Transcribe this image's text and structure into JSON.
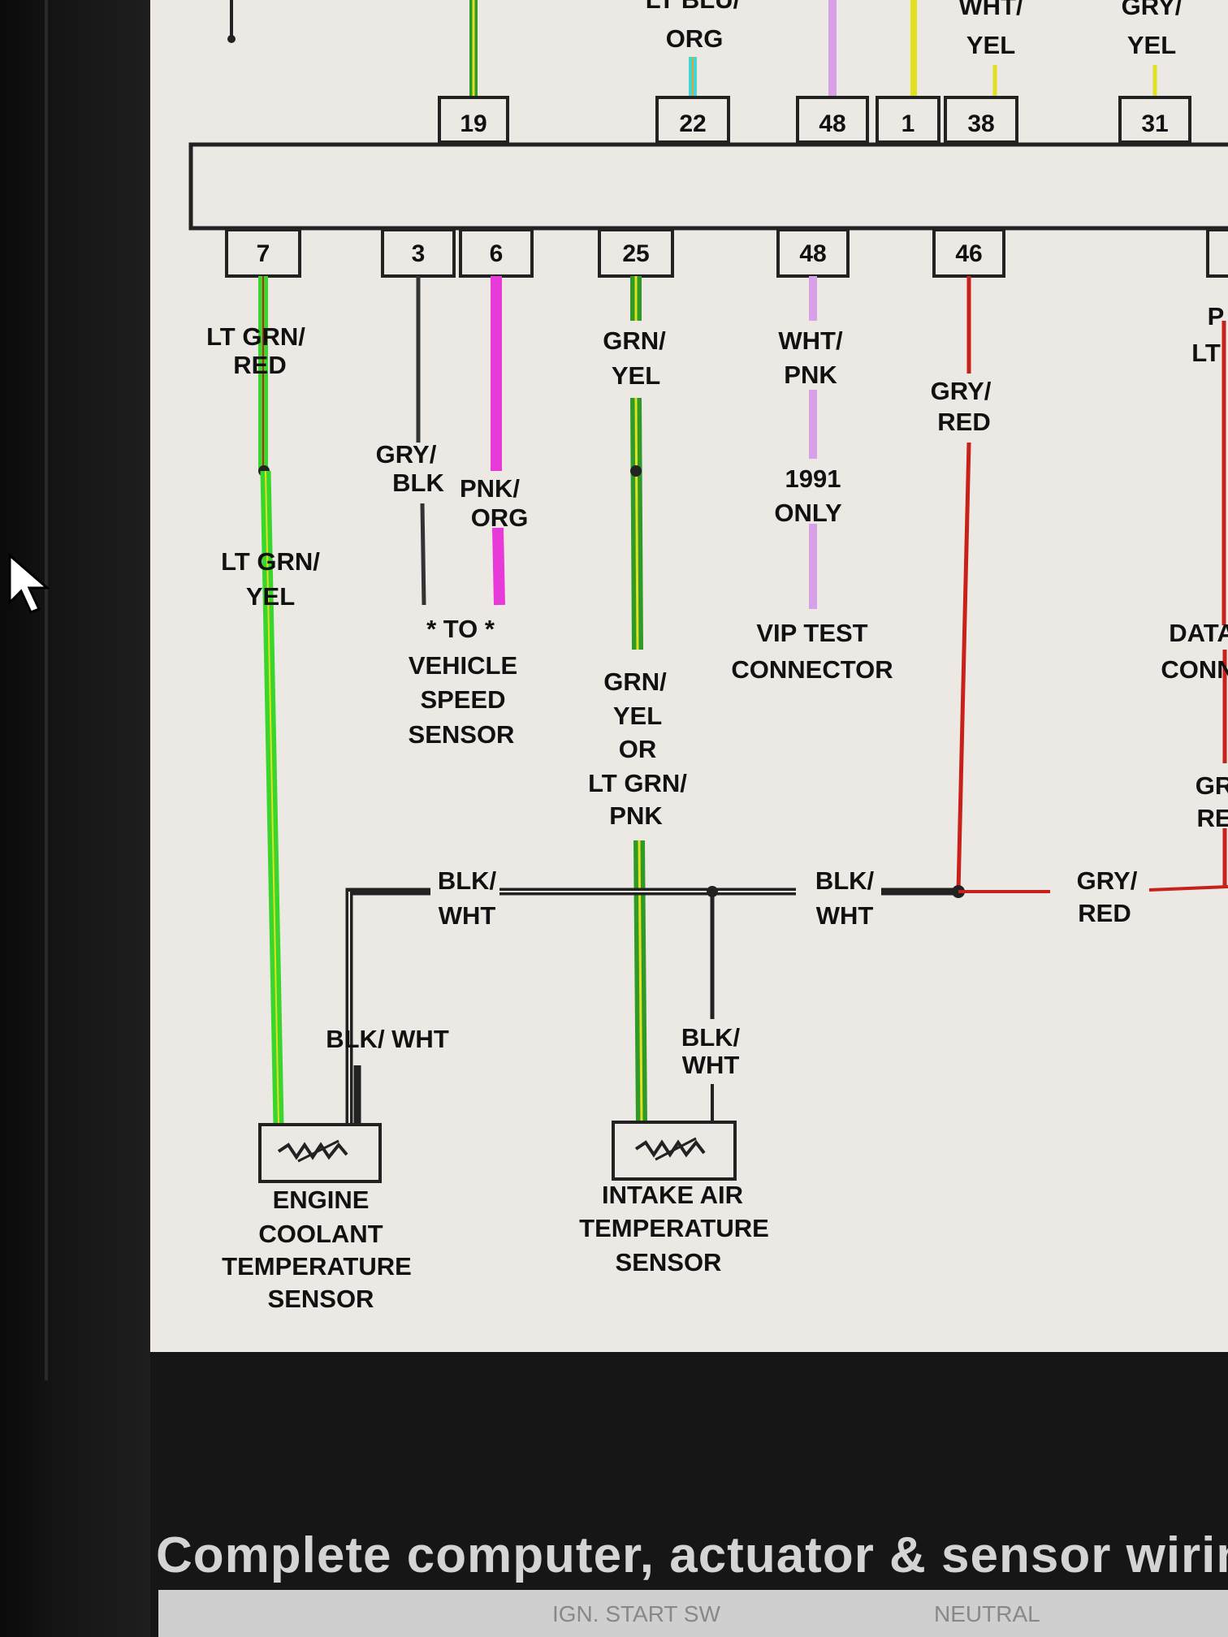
{
  "colors": {
    "lt_grn": "#39d62e",
    "grn": "#2f9a28",
    "yel": "#e0e020",
    "pnk": "#e83ad8",
    "lt_pnk": "#d8a0e8",
    "red": "#c8201a",
    "blk": "#222222",
    "cyan": "#40d8d0"
  },
  "top_pins": [
    "19",
    "22",
    "48",
    "1",
    "38",
    "31"
  ],
  "top_labels": {
    "lt_blu_org_1": "LT BLU/",
    "lt_blu_org_2": "ORG",
    "wht_yel_1": "WHT/",
    "wht_yel_2": "YEL",
    "gry_yel_1": "GRY/",
    "gry_yel_2": "YEL"
  },
  "bottom_pins": [
    "7",
    "3",
    "6",
    "25",
    "48",
    "46"
  ],
  "wires": {
    "w7_a1": "LT GRN/",
    "w7_a2": "RED",
    "w7_b1": "LT GRN/",
    "w7_b2": "YEL",
    "w3_1": "GRY/",
    "w3_2": "BLK",
    "w6_1": "PNK/",
    "w6_2": "ORG",
    "w25_1": "GRN/",
    "w25_2": "YEL",
    "w25_b1": "GRN/",
    "w25_b2": "YEL",
    "w25_b3": "OR",
    "w25_b4": "LT GRN/",
    "w25_b5": "PNK",
    "w48_1": "WHT/",
    "w48_2": "PNK",
    "w48_n1": "1991",
    "w48_n2": "ONLY",
    "w46_1": "GRY/",
    "w46_2": "RED",
    "bw_1": "BLK/",
    "bw_2": "WHT",
    "bw_r1": "BLK/",
    "bw_r2": "WHT",
    "bw_left": "BLK/ WHT",
    "bw_iat1": "BLK/",
    "bw_iat2": "WHT",
    "gr_right1": "GRY/",
    "gr_right2": "RED",
    "edge_p": "P",
    "edge_lt": "LT",
    "edge_gr": "GR",
    "edge_re": "RE"
  },
  "components": {
    "vss_1": "* TO *",
    "vss_2": "VEHICLE",
    "vss_3": "SPEED",
    "vss_4": "SENSOR",
    "vip_1": "VIP TEST",
    "vip_2": "CONNECTOR",
    "data_1": "DATA",
    "data_2": "CONN",
    "ect_1": "ENGINE",
    "ect_2": "COOLANT",
    "ect_3": "TEMPERATURE",
    "ect_4": "SENSOR",
    "iat_1": "INTAKE AIR",
    "iat_2": "TEMPERATURE",
    "iat_3": "SENSOR"
  },
  "caption": "Complete computer, actuator & sensor wirin",
  "bottom_strip": {
    "left": "IGN. START SW",
    "right": "NEUTRAL"
  }
}
